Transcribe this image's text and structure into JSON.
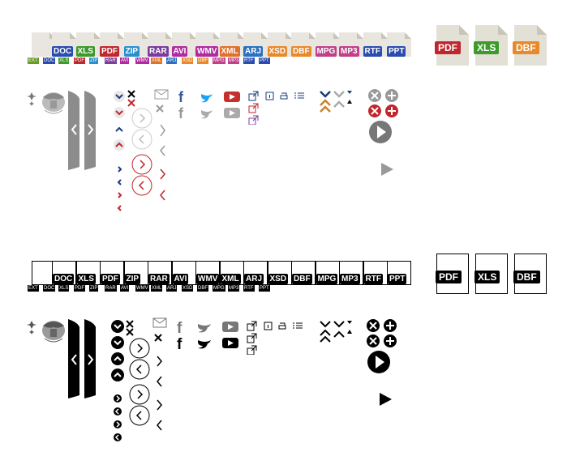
{
  "colors": {
    "DOC": "#2a4bb0",
    "XLS": "#3d9a2b",
    "PDF": "#c0262d",
    "ZIP": "#2a8fd0",
    "RAR": "#7b3d9b",
    "AVI": "#b02aa0",
    "WMV": "#b02aa0",
    "XML": "#e0712a",
    "ARJ": "#2a6fc0",
    "XSD": "#e8892a",
    "DBF": "#e8892a",
    "MPG": "#c0408a",
    "MP3": "#c0408a",
    "RTF": "#2a4bb0",
    "PPT": "#2a4bb0",
    "EXT": "#6a9a2a",
    "ui_gray": "#888888",
    "ui_blue": "#1a3a7a",
    "ui_red": "#c0262d",
    "ui_orange": "#c8822a",
    "facebook": "#3b5998",
    "twitter": "#1da1f2",
    "youtube": "#c4302b"
  },
  "row1_types": [
    "DOC",
    "XLS",
    "PDF",
    "ZIP",
    "RAR",
    "AVI",
    "WMV",
    "XML",
    "ARJ",
    "XSD",
    "DBF",
    "MPG",
    "MP3",
    "RTF",
    "PPT"
  ],
  "row_small_types": [
    "EXT",
    "DOC",
    "XLS",
    "PDF",
    "ZIP",
    "RAR",
    "AVI",
    "WMV",
    "XML",
    "ARJ",
    "XSD",
    "DBF",
    "MPG",
    "MP3",
    "RTF",
    "PPT"
  ],
  "big_types": [
    "PDF",
    "XLS",
    "DBF"
  ]
}
